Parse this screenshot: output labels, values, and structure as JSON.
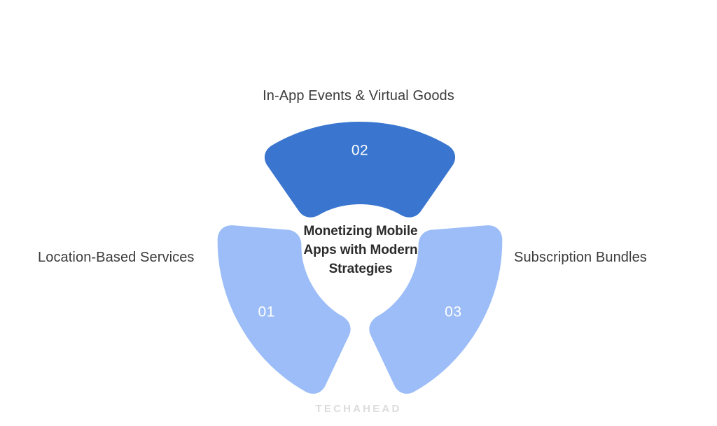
{
  "diagram": {
    "type": "three-petal-radial-wheel",
    "center_heading": "Monetizing Mobile Apps with Modern Strategies",
    "center_heading_lines": [
      "Monetizing Mobile",
      "Apps with Modern",
      "Strategies"
    ],
    "colors": {
      "background": "#ffffff",
      "petal_light": "#9cbdf7",
      "petal_dark": "#3a76cf",
      "number_text": "#ffffff",
      "heading_text": "#2b2b2b",
      "callout_text": "#3b3b3b",
      "watermark_text": "#dcdcdc"
    },
    "petals": [
      {
        "number": "01",
        "label": "Location-Based Services",
        "position": "lower-left",
        "color": "#9cbdf7"
      },
      {
        "number": "02",
        "label": "In-App Events & Virtual Goods",
        "position": "top",
        "color": "#3a76cf"
      },
      {
        "number": "03",
        "label": "Subscription Bundles",
        "position": "lower-right",
        "color": "#9cbdf7"
      }
    ]
  },
  "watermark": {
    "text": "TECHAHEAD"
  }
}
